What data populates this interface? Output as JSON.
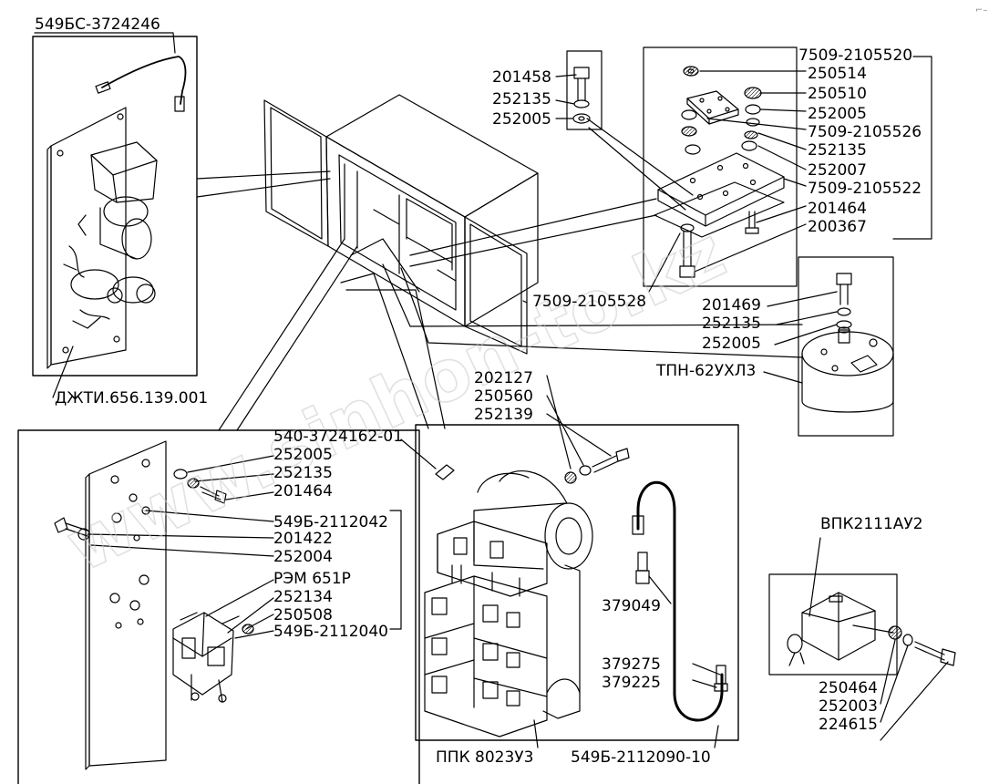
{
  "figure": {
    "corner_mark": "⌐–",
    "watermark": "www.sinhon-to.kz",
    "labels": {
      "l_549bs_3724246": "549БС-3724246",
      "l_djti": "ДЖТИ.656.139.001",
      "l_201458": "201458",
      "l_252135_a": "252135",
      "l_252005_a": "252005",
      "l_7509_2105520": "7509-2105520",
      "l_250514": "250514",
      "l_250510": "250510",
      "l_252005_b": "252005",
      "l_7509_2105526": "7509-2105526",
      "l_252135_b": "252135",
      "l_252007": "252007",
      "l_7509_2105522": "7509-2105522",
      "l_201464_a": "201464",
      "l_200367": "200367",
      "l_7509_2105528": "7509-2105528",
      "l_201469": "201469",
      "l_252135_c": "252135",
      "l_252005_c": "252005",
      "l_tpn": "ТПН-62УХЛ3",
      "l_202127": "202127",
      "l_250560": "250560",
      "l_252139": "252139",
      "l_540_3724162": "540-3724162-01",
      "l_252005_d": "252005",
      "l_252135_d": "252135",
      "l_201464_b": "201464",
      "l_549b_2112042": "549Б-2112042",
      "l_201422": "201422",
      "l_252004": "252004",
      "l_rem": "РЭМ 651Р",
      "l_252134": "252134",
      "l_250508": "250508",
      "l_549b_2112040": "549Б-2112040",
      "l_379049": "379049",
      "l_379275": "379275",
      "l_379225": "379225",
      "l_ppk": "ППК 8023У3",
      "l_549b_2112090": "549Б-2112090-10",
      "l_vpk": "ВПК2111АУ2",
      "l_250464": "250464",
      "l_252003": "252003",
      "l_224615": "224615"
    }
  }
}
